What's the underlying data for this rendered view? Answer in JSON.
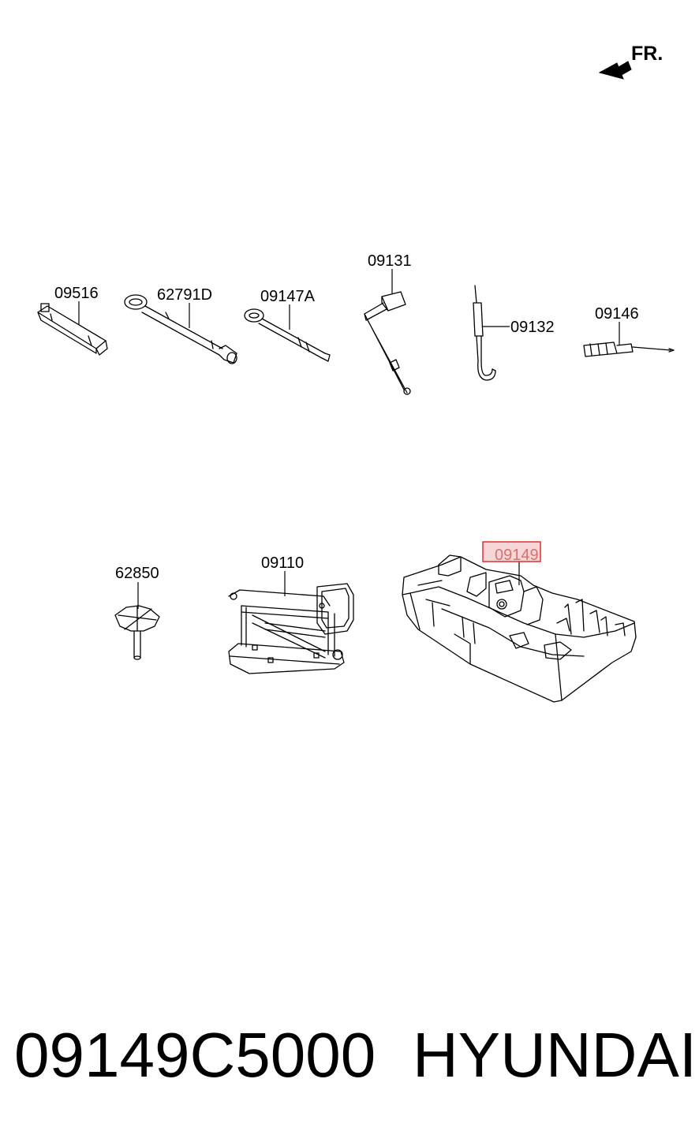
{
  "direction_label": "FR.",
  "labels": {
    "p09516": "09516",
    "p62791d": "62791D",
    "p09147a": "09147A",
    "p09131": "09131",
    "p09132": "09132",
    "p09146": "09146",
    "p62850": "62850",
    "p09110": "09110",
    "p09149": "09149"
  },
  "highlight_color": "#e03030",
  "footer": {
    "part_number": "09149C5000",
    "brand": "HYUNDAI"
  }
}
